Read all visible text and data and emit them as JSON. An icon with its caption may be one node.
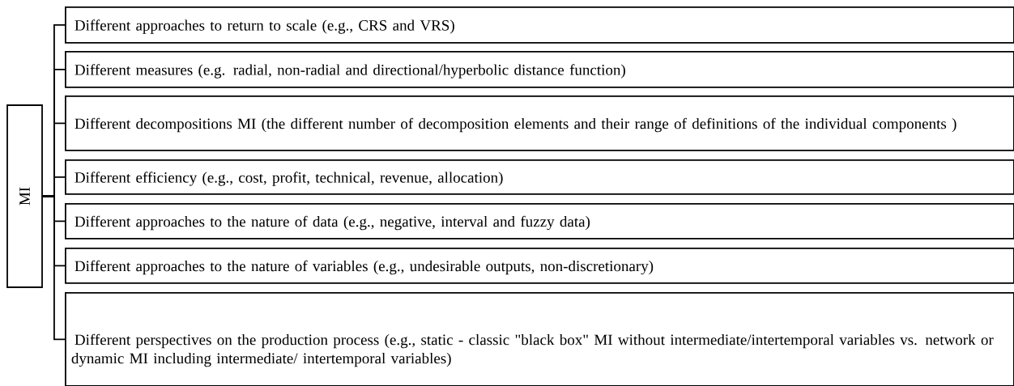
{
  "diagram": {
    "nodes": [
      {
        "text": [
          "MI"
        ]
      },
      {
        "text": [
          "Different approaches to return to scale (e.g., CRS and VRS)"
        ]
      },
      {
        "text": [
          "Different measures (e.g. radial, non-radial and directional/hyperbolic distance function)"
        ]
      },
      {
        "text": [
          "Different decompositions MI (the different number of decomposition elements and their range of definitions of the individual components )"
        ]
      },
      {
        "text": [
          "Different efficiency (e.g., cost, profit, technical, revenue, allocation)"
        ]
      },
      {
        "text": [
          "Different approaches to the nature of data (e.g., negative, interval and fuzzy data)"
        ]
      },
      {
        "text": [
          "Different approaches to the nature of variables (e.g., undesirable outputs, non-discretionary)"
        ]
      },
      {
        "text": [
          "Different perspectives on the production process (e.g., static - classic \"black box\" MI without intermediate/intertemporal variables vs. network or dynamic MI including intermediate/ intertemporal variables)"
        ]
      }
    ],
    "edges": [
      {
        "from": 0,
        "to": 1,
        "arrow": "none"
      },
      {
        "from": 0,
        "to": 2,
        "arrow": "none"
      },
      {
        "from": 0,
        "to": 3,
        "arrow": "none"
      },
      {
        "from": 0,
        "to": 4,
        "arrow": "none"
      },
      {
        "from": 0,
        "to": 5,
        "arrow": "none"
      },
      {
        "from": 0,
        "to": 6,
        "arrow": "none"
      },
      {
        "from": 0,
        "to": 7,
        "arrow": "none"
      }
    ]
  }
}
